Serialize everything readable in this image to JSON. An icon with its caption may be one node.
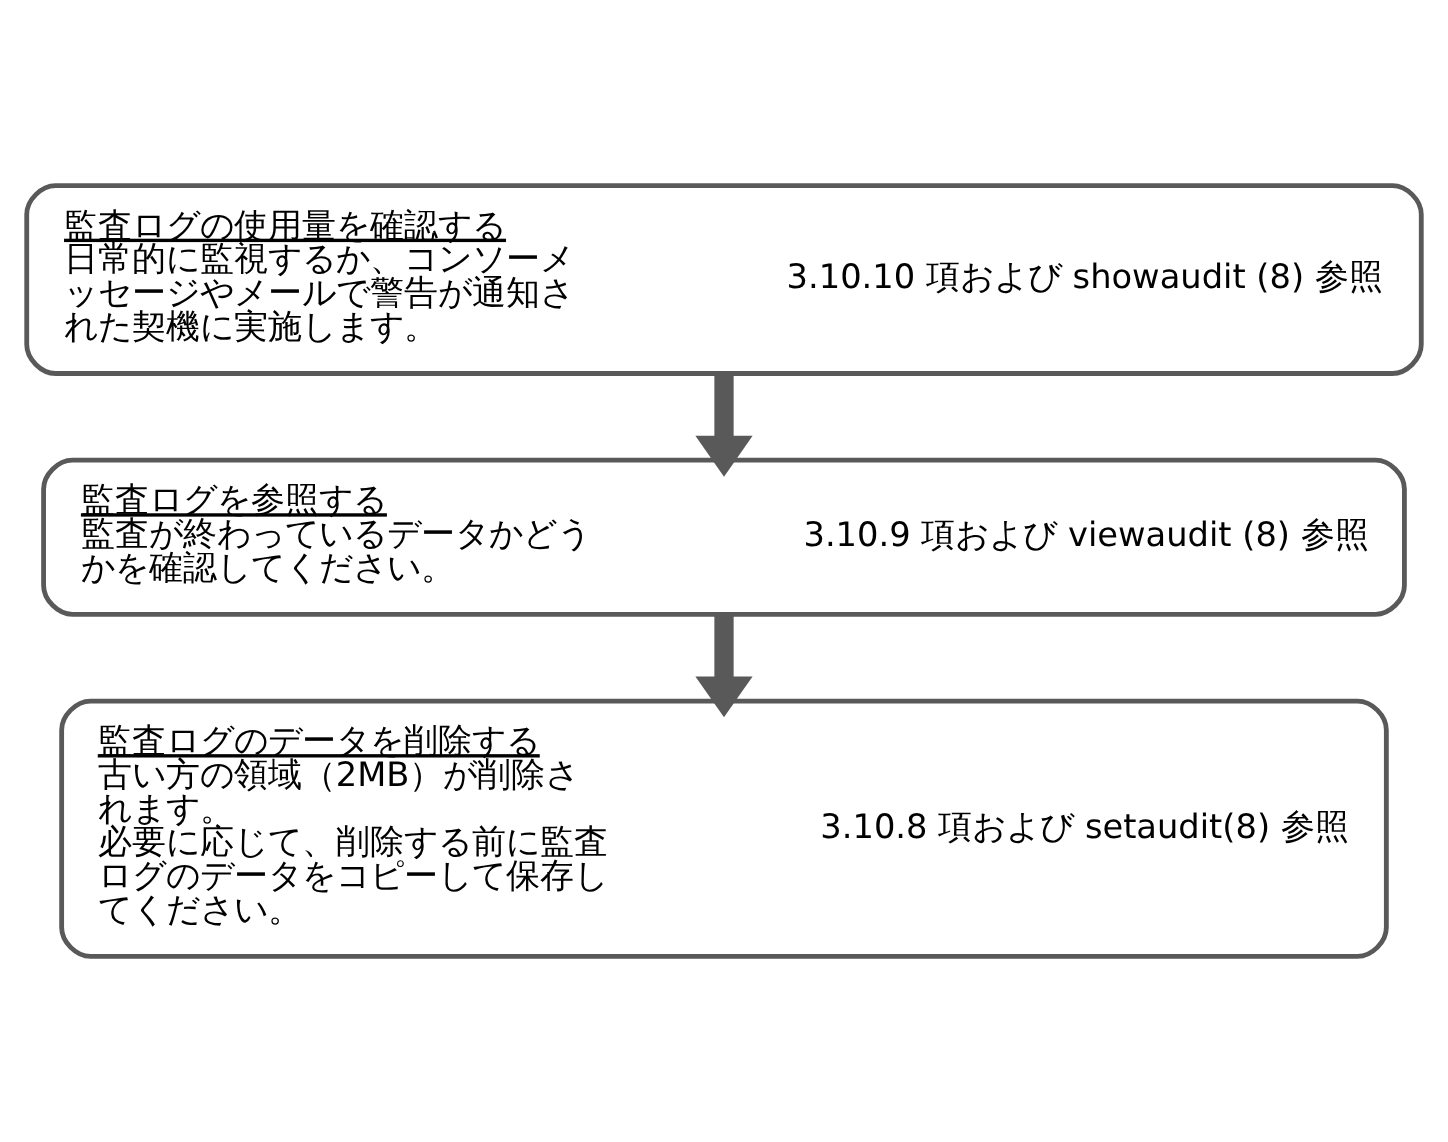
{
  "diagram": {
    "nodes": [
      {
        "text": [
          "監査ログの使用量を確認する",
          "日常的に監視するか、コンソーメッセージやメールで警告が通知された契機に実施します。",
          "3.10.10 項および showaudit (8) 参照"
        ]
      },
      {
        "text": [
          "監査ログを参照する",
          "監査が終わっているデータかどうかを確認してください。",
          "3.10.9 項および viewaudit (8) 参照"
        ]
      },
      {
        "text": [
          "監査ログのデータを削除する",
          "古い方の領域（2MB）が削除されます。",
          "必要に応じて、削除する前に監査ログのデータをコピーして保存してください。",
          "3.10.8 項および setaudit(8) 参照"
        ]
      }
    ],
    "edges": [
      {
        "from": 0,
        "to": 1,
        "arrow": "to"
      },
      {
        "from": 1,
        "to": 2,
        "arrow": "to"
      }
    ]
  }
}
